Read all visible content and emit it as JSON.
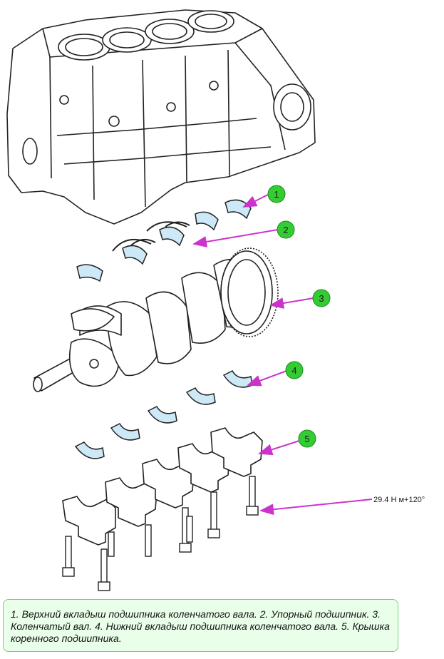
{
  "callouts": [
    {
      "num": "1"
    },
    {
      "num": "2"
    },
    {
      "num": "3"
    },
    {
      "num": "4"
    },
    {
      "num": "5"
    }
  ],
  "torque_label": "29.4 Н м+120°",
  "caption": "1. Верхний вкладыш подшипника коленчатого вала. 2. Упорный подшипник. 3. Коленчатый вал. 4. Нижний вкладыш подшипника коленчатого вала. 5. Крышка коренного подшипника.",
  "colors": {
    "callout_fill": "#33cc33",
    "arrow": "#cc33cc",
    "bearing_fill": "#cde8f6",
    "caption_border": "#6fd36f",
    "caption_bg": "#eaffea"
  }
}
